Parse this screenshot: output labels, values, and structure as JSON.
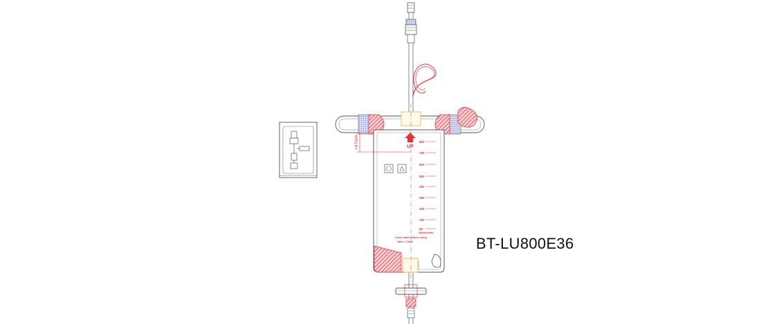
{
  "product": {
    "model_code": "BT-LU800E36"
  },
  "bag": {
    "up_label": "UP",
    "dimension_label": ">47mm",
    "scale_marks": [
      "800",
      "700",
      "600",
      "500",
      "400",
      "300",
      "200",
      "100",
      "50"
    ],
    "scale_note": "Approximate",
    "valve_note_line1": "Close Valve Before Using",
    "valve_note_line2": "Open / Close"
  },
  "colors": {
    "outline": "#555555",
    "accent": "#e8303a",
    "hatch": "#f2a0a6",
    "connector_blue": "#7a8fd0"
  }
}
